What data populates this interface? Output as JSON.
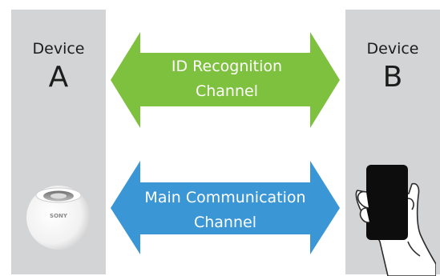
{
  "device_a": {
    "word": "Device",
    "letter": "A"
  },
  "device_b": {
    "word": "Device",
    "letter": "B"
  },
  "channels": {
    "id_recognition": {
      "line1": "ID Recognition",
      "line2": "Channel",
      "color": "#7ec13f"
    },
    "main_communication": {
      "line1": "Main Communication",
      "line2": "Channel",
      "color": "#3b96d6"
    }
  },
  "speaker": {
    "brand": "SONY",
    "icon": "speaker-icon"
  },
  "phone": {
    "icon": "phone-in-hand-icon"
  }
}
